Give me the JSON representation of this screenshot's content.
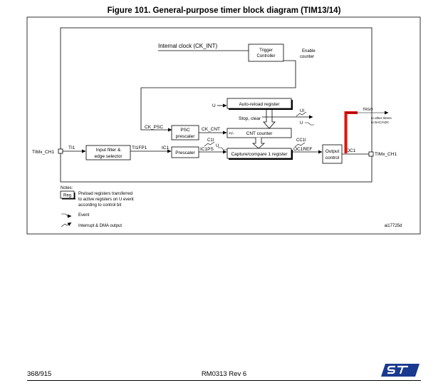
{
  "figure": {
    "title": "Figure 101. General-purpose timer block diagram (TIM13/14)",
    "ref_code": "ai17725d"
  },
  "blocks": {
    "trigger_controller": [
      "Trigger",
      "Controller"
    ],
    "auto_reload": "Auto-reload register",
    "psc_prescaler": [
      "PSC",
      "prescaler"
    ],
    "cnt_counter": "CNT counter",
    "input_filter": [
      "Input filter &",
      "edge selector"
    ],
    "prescaler": "Prescaler",
    "capture_compare": "Capture/compare 1 register",
    "output_control": [
      "Output",
      "control"
    ]
  },
  "signals": {
    "internal_clock": "Internal clock (CK_INT)",
    "enable_counter": [
      "Enable",
      "counter"
    ],
    "ck_psc": "CK_PSC",
    "ck_cnt": "CK_CNT",
    "u": "U",
    "ui": "UI",
    "stop_clear": "Stop, clear",
    "plus_minus": "+/-",
    "c1i": "C1I",
    "cc1i": "CC1I",
    "ti1": "TI1",
    "ti1fp1": "TI1FP1",
    "ic1": "IC1",
    "ic1ps": "IC1PS",
    "oc1ref": "OC1REF",
    "oc1": "OC1",
    "trgo": "TRGO",
    "to_other_timers": [
      "to other timers",
      "to DAC/ADC"
    ]
  },
  "pins": {
    "input": "TIMx_CH1",
    "output": "TIMx_CH1"
  },
  "notes": {
    "heading": "Notes:",
    "reg_label": "Reg",
    "preload_text": [
      "Preload registers transferred",
      "to active registers on U event",
      "according to control bit"
    ],
    "event_text": "Event",
    "interrupt_text": "Interrupt & DMA output"
  },
  "colors": {
    "trgo_highlight": "#e3120b",
    "logo": "#1a3a8f"
  },
  "footer": {
    "page": "368/915",
    "doc": "RM0313 Rev 6"
  }
}
